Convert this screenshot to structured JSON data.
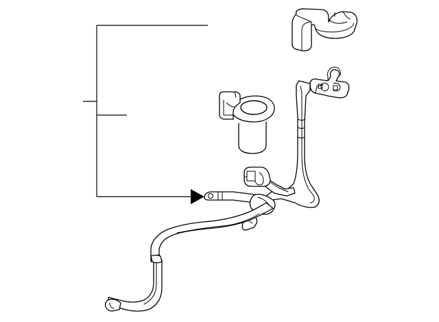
{
  "diagram": {
    "background_color": "#ffffff",
    "line_color": "#000000",
    "parts": [
      {
        "name": "battery-terminal-cover"
      },
      {
        "name": "battery-terminal-clamp"
      },
      {
        "name": "battery-cable-harness"
      },
      {
        "name": "cable-grommet"
      }
    ]
  }
}
